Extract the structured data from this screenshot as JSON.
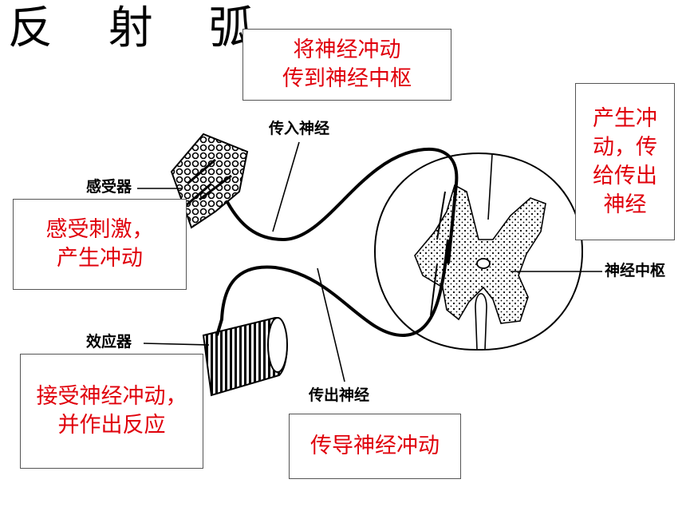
{
  "title": "反 射 弧",
  "boxes": {
    "afferent_role": [
      "将神经冲动",
      "传到神经中枢"
    ],
    "center_role": [
      "产生冲",
      "动，传",
      "给传出",
      "神经"
    ],
    "receptor_role": [
      "感受刺激，",
      "产生冲动"
    ],
    "effector_role": [
      "接受神经冲动，",
      "并作出反应"
    ],
    "efferent_role": [
      "传导神经冲动"
    ]
  },
  "labels": {
    "afferent_nerve": "传入神经",
    "receptor": "感受器",
    "effector": "效应器",
    "efferent_nerve": "传出神经",
    "nerve_center": "神经中枢"
  },
  "colors": {
    "role_text": "#e0000b",
    "label_text": "#000000"
  }
}
